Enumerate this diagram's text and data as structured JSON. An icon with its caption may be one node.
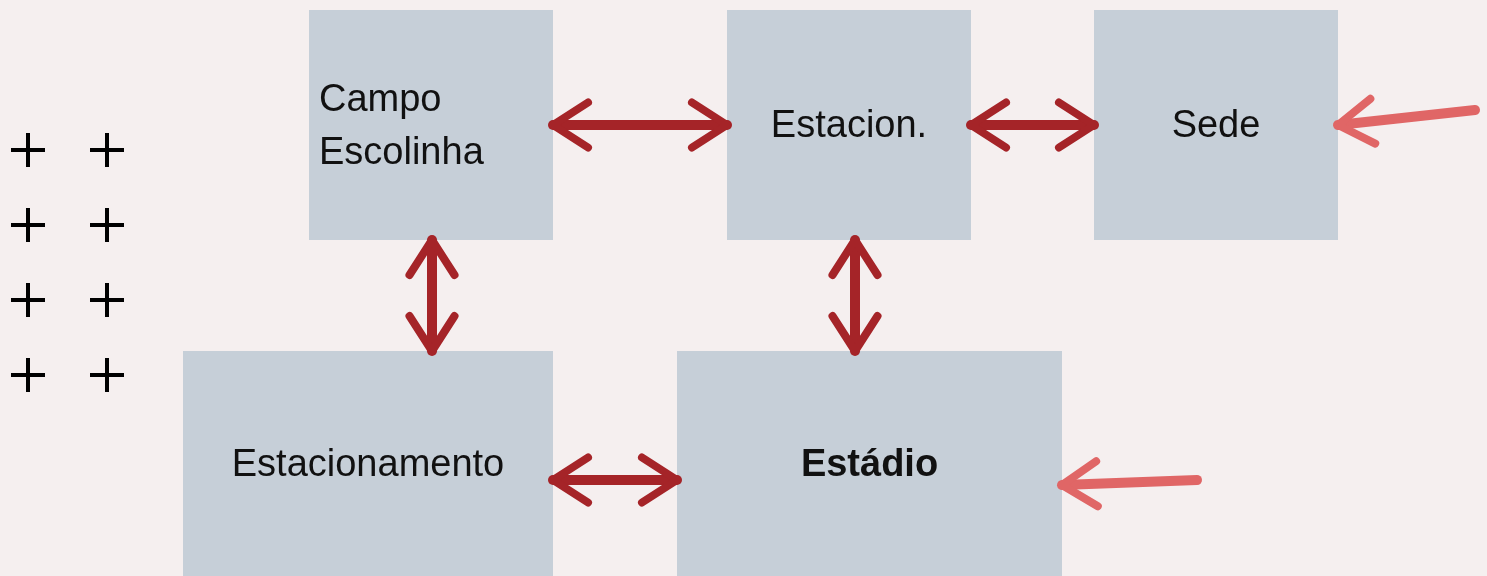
{
  "diagram": {
    "nodes": [
      {
        "text": [
          "Campo Escolinha"
        ]
      },
      {
        "text": [
          "Estacion."
        ]
      },
      {
        "text": [
          "Sede"
        ]
      },
      {
        "text": [
          "Estacionamento"
        ]
      },
      {
        "text": [
          "Estádio"
        ]
      }
    ],
    "edges": [
      {
        "from": 0,
        "to": 1,
        "arrow": "both"
      },
      {
        "from": 1,
        "to": 2,
        "arrow": "both"
      },
      {
        "from": 0,
        "to": 3,
        "arrow": "both"
      },
      {
        "from": 1,
        "to": 4,
        "arrow": "both"
      },
      {
        "from": 3,
        "to": 4,
        "arrow": "both"
      },
      {
        "from": null,
        "to": 2,
        "arrow": "to",
        "color": "#e06666"
      },
      {
        "from": null,
        "to": 4,
        "arrow": "to",
        "color": "#e06666"
      }
    ]
  }
}
